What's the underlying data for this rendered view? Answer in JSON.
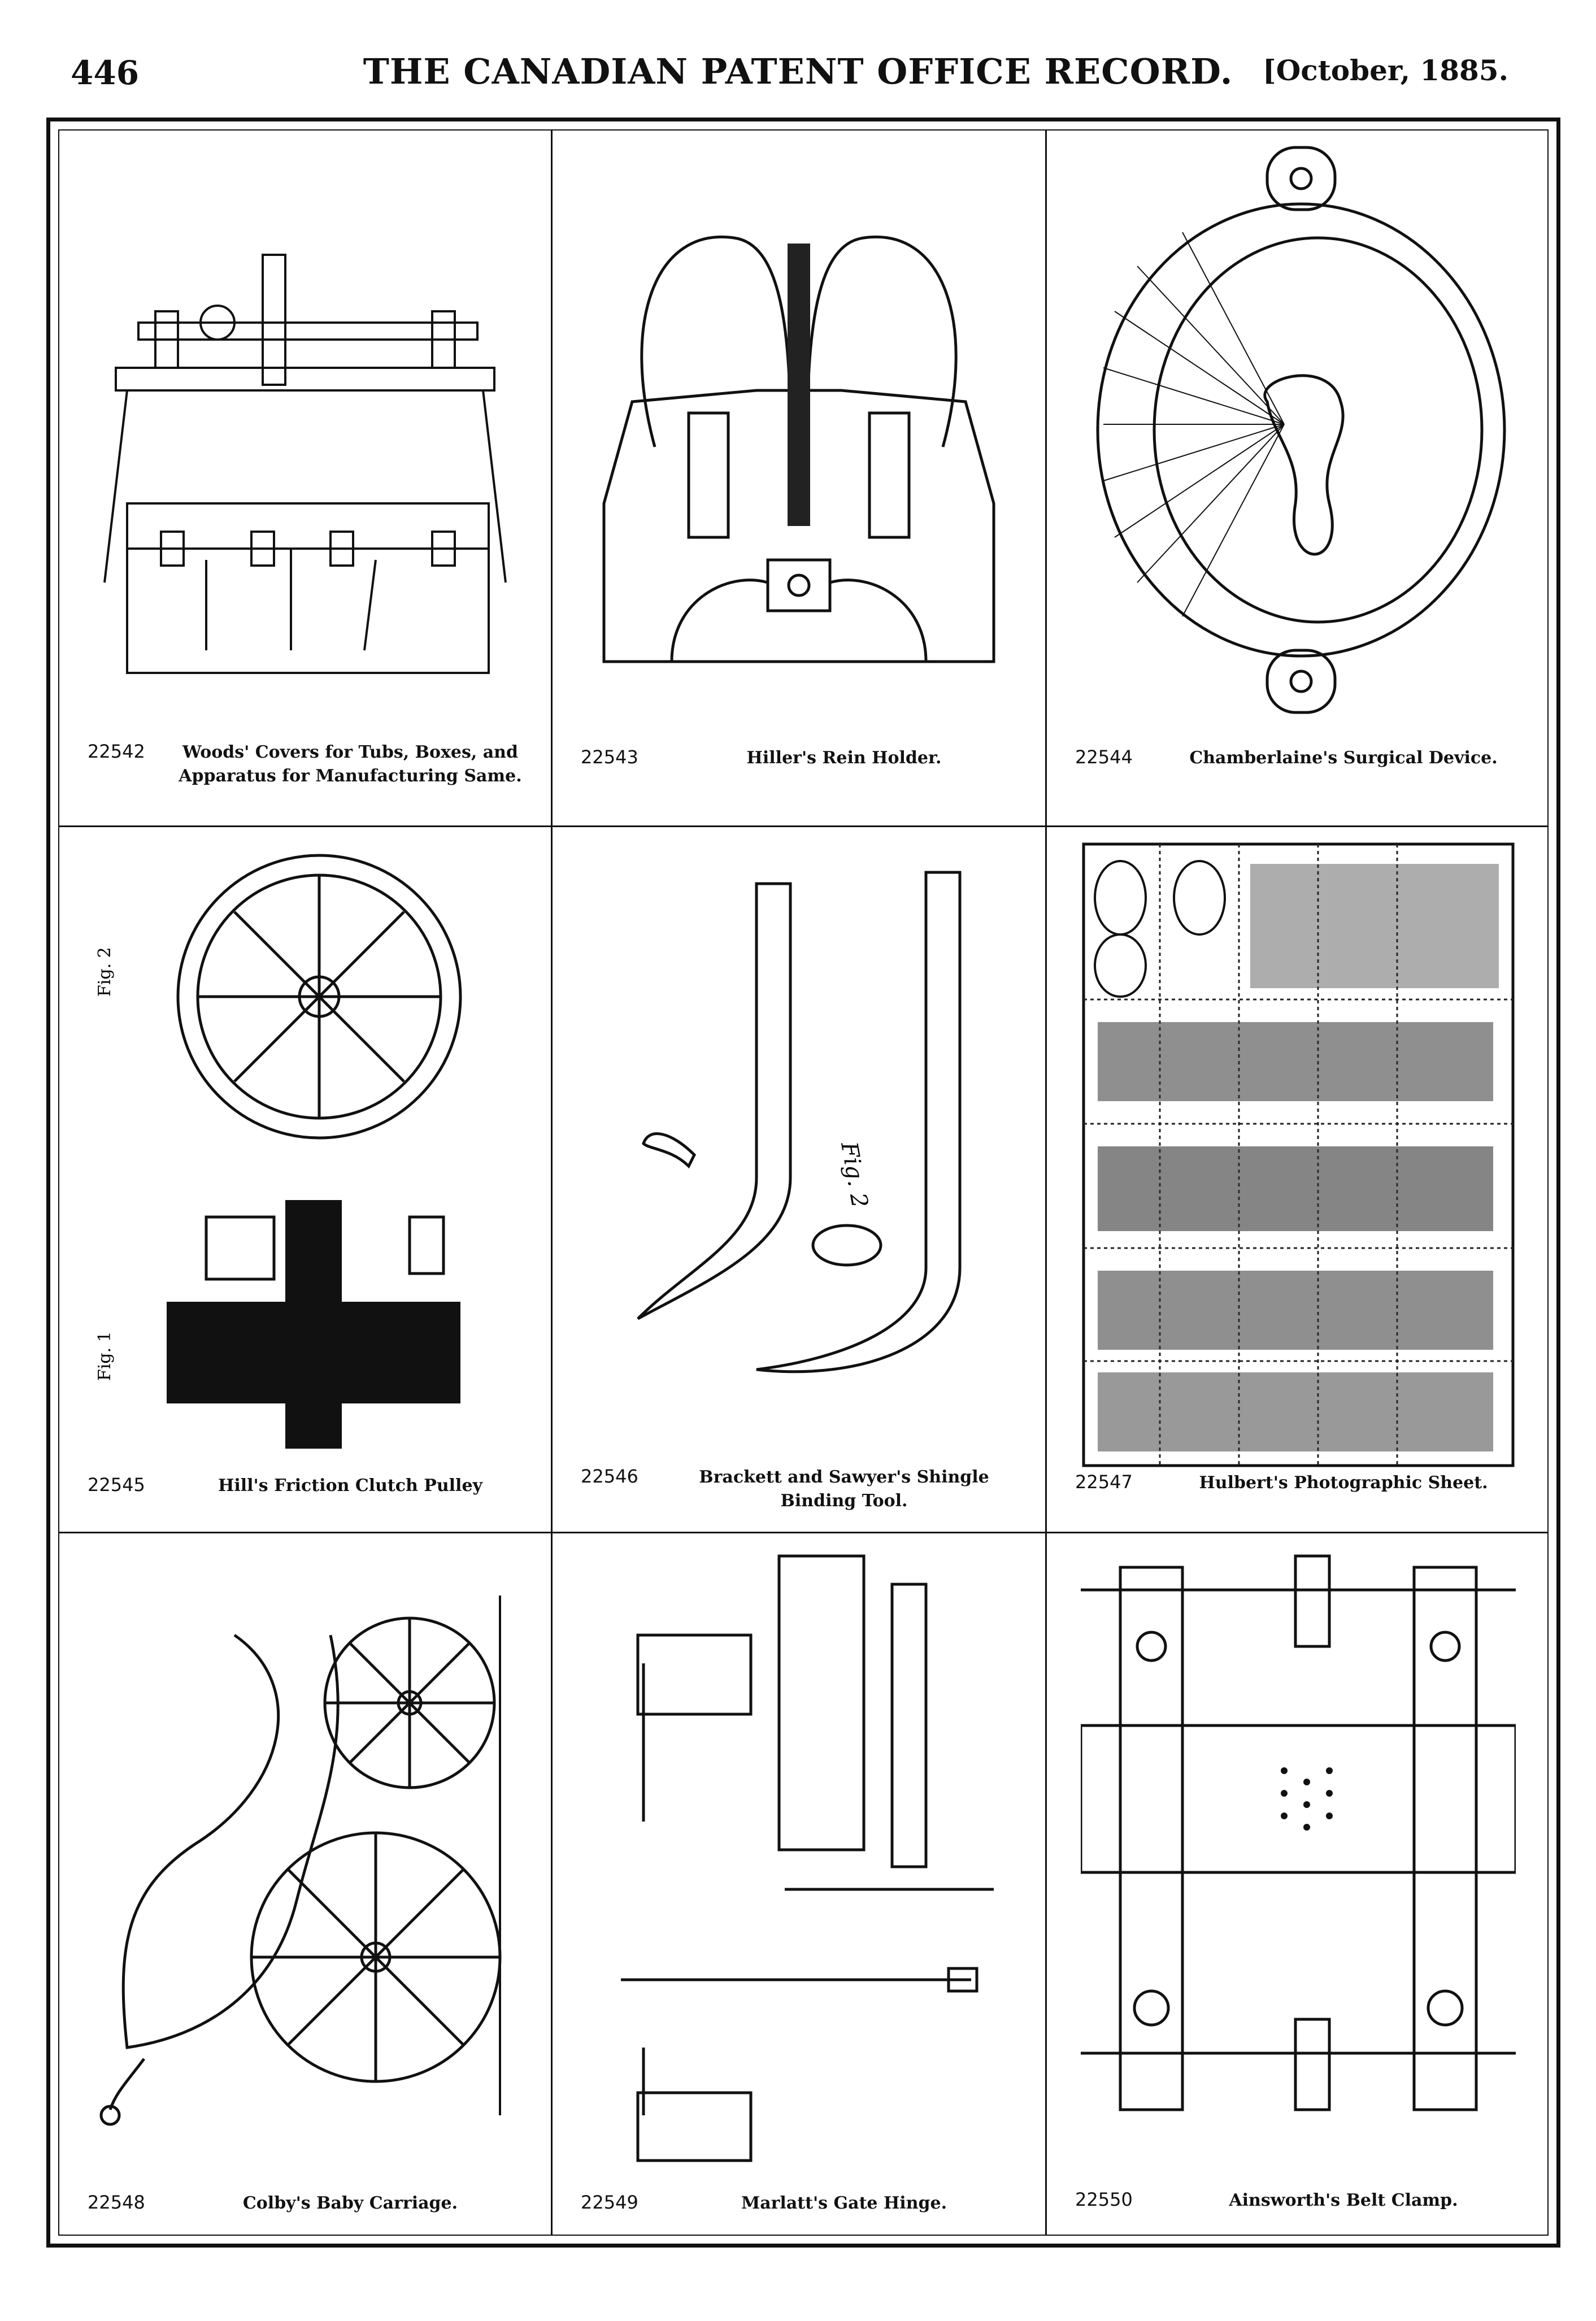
{
  "header": {
    "page_number": "446",
    "title": "THE CANADIAN PATENT OFFICE RECORD.",
    "date": "[October, 1885."
  },
  "patents": [
    {
      "number": "22542",
      "title": "Woods' Covers for Tubs, Boxes, and Apparatus for Manufacturing Same."
    },
    {
      "number": "22543",
      "title": "Hiller's Rein Holder."
    },
    {
      "number": "22544",
      "title": "Chamberlaine's Surgical Device."
    },
    {
      "number": "22545",
      "title": "Hill's Friction Clutch Pulley"
    },
    {
      "number": "22546",
      "title": "Brackett and Sawyer's Shingle Binding Tool."
    },
    {
      "number": "22547",
      "title": "Hulbert's Photographic Sheet."
    },
    {
      "number": "22548",
      "title": "Colby's Baby Carriage."
    },
    {
      "number": "22549",
      "title": "Marlatt's Gate Hinge."
    },
    {
      "number": "22550",
      "title": "Ainsworth's Belt Clamp."
    }
  ],
  "figure_labels": {
    "fig2": "Fig. 2",
    "fig1": "Fig. 1"
  }
}
